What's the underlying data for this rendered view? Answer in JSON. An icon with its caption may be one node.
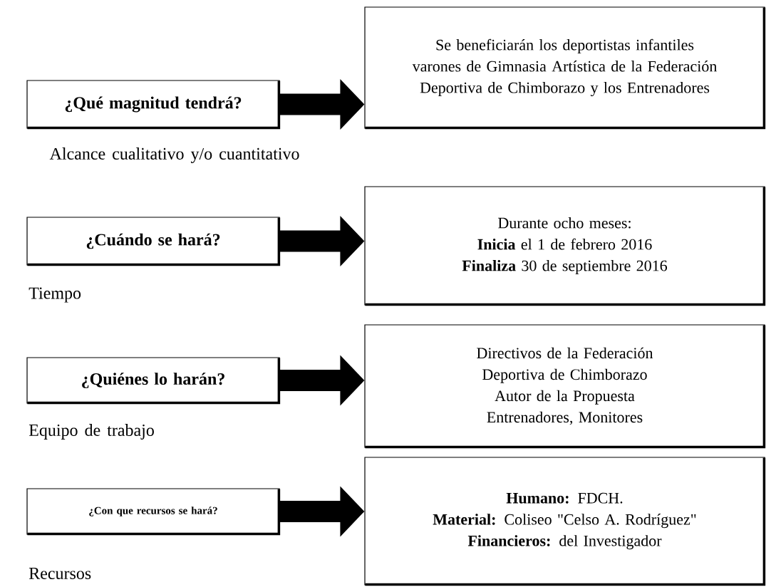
{
  "diagram": {
    "nodes": [
      {
        "text": [
          "¿Qué magnitud tendrá?"
        ],
        "beside": [
          "Alcance cualitativo y/o cuantitativo"
        ]
      },
      {
        "text": [
          "Se beneficiarán los deportistas infantiles varones de Gimnasia Artística de la Federación Deportiva de Chimborazo y los Entrenadores"
        ]
      },
      {
        "text": [
          "¿Cuándo se hará?"
        ],
        "beside": [
          "Tiempo"
        ]
      },
      {
        "text": [
          "Durante  ocho meses:",
          "**Inicia** el  1 de febrero 2016",
          "**Finaliza** 30 de septiembre 2016"
        ]
      },
      {
        "text": [
          "¿Quiénes lo harán?"
        ],
        "beside": [
          "Equipo de trabajo"
        ]
      },
      {
        "text": [
          "Directivos de la Federación Deportiva de Chimborazo",
          "Autor de la Propuesta",
          "Entrenadores, Monitores"
        ]
      },
      {
        "text": [
          "¿Con que recursos se hará?"
        ],
        "beside": [
          "Recursos"
        ]
      },
      {
        "text": [
          "**Humano:** FDCH.",
          "**Material:** Coliseo \"Celso A. Rodríguez\"",
          "**Financieros:** del  Investigador"
        ]
      }
    ],
    "edges": [
      {
        "from": 0,
        "to": 1,
        "arrow": "to"
      },
      {
        "from": 2,
        "to": 3,
        "arrow": "to"
      },
      {
        "from": 4,
        "to": 5,
        "arrow": "to"
      },
      {
        "from": 6,
        "to": 7,
        "arrow": "to"
      }
    ]
  }
}
